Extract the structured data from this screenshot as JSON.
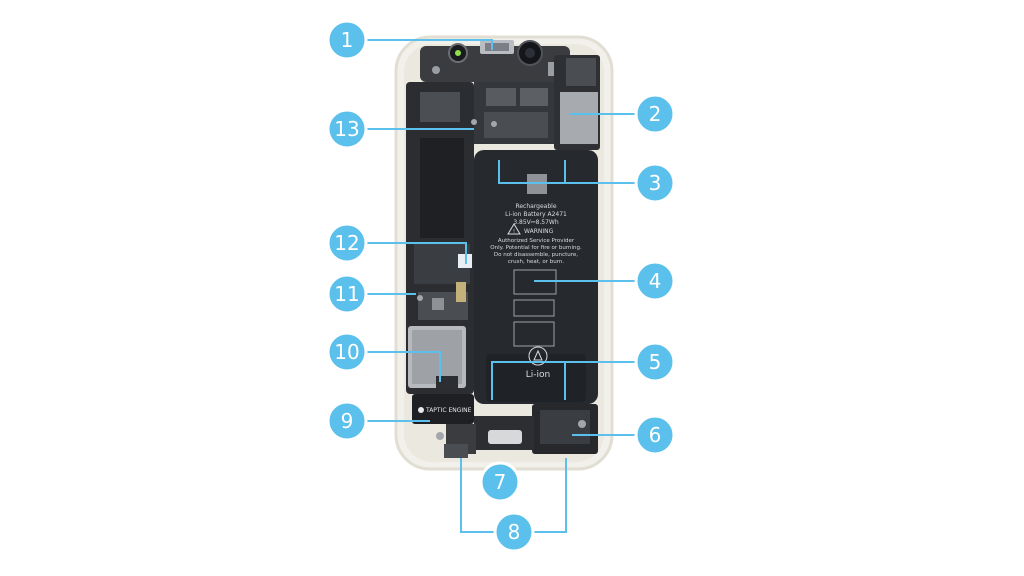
{
  "diagram": {
    "colors": {
      "callout": "#5bc0eb",
      "callout_stroke": "#ffffff",
      "leader": "#5bc0eb",
      "frame": "#eeebe4",
      "board": "#2a2c30",
      "battery": "#25282c",
      "shield": "#a9adb2",
      "taptic": "#1d1f22"
    },
    "battery_label": {
      "line1": "Rechargeable",
      "line2": "Li-ion Battery A2471",
      "line3": "3.85V⎓8.57Wh",
      "warning": "WARNING",
      "line4": "Authorized Service Provider",
      "line5": "Only. Potential for fire or burning.",
      "line6": "Do not disassemble, puncture,",
      "line7": "crush, heat, or burn.",
      "chem": "Li-ion",
      "recycle_icon": "recycle-icon",
      "warning_icon": "warning-triangle-icon"
    },
    "taptic_label": "TAPTIC ENGINE",
    "taptic_icon": "apple-logo-icon",
    "callouts": [
      "1",
      "2",
      "3",
      "4",
      "5",
      "6",
      "7",
      "8",
      "9",
      "10",
      "11",
      "12",
      "13"
    ]
  }
}
